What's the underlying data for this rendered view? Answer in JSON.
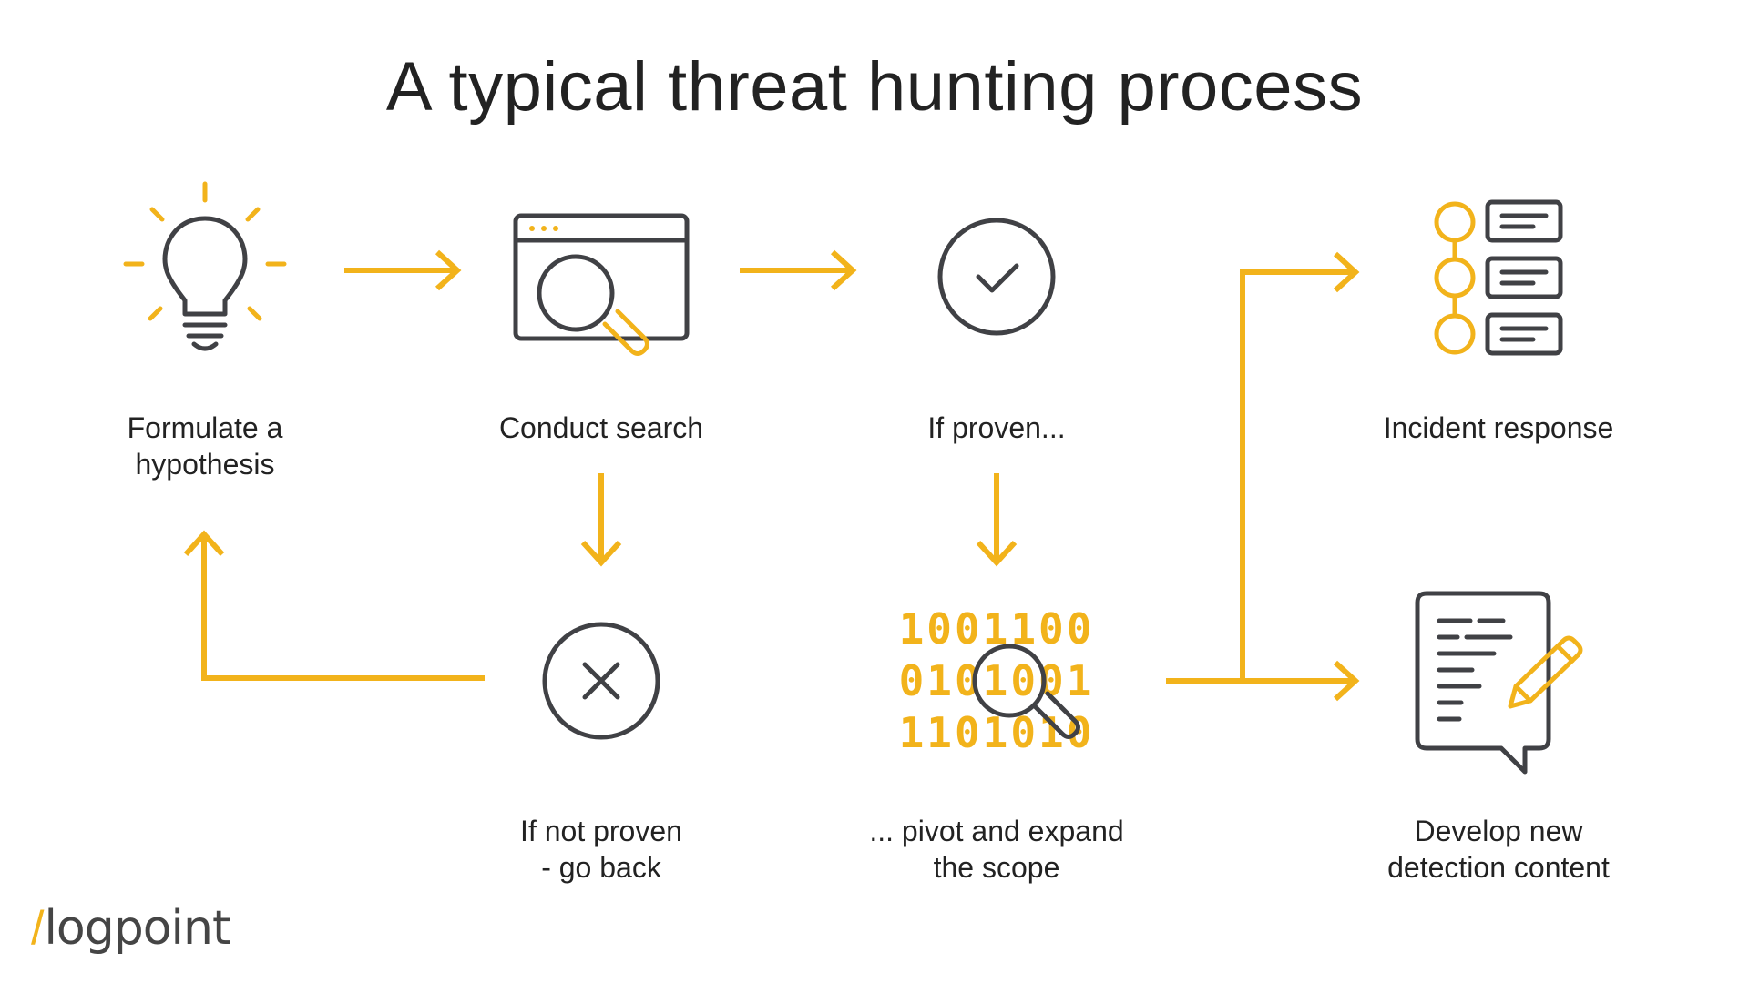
{
  "title": "A typical threat hunting process",
  "colors": {
    "accent": "#f2b31b",
    "icon": "#404145",
    "text": "#222222"
  },
  "steps": {
    "hypothesis": {
      "label": "Formulate a\nhypothesis",
      "icon": "lightbulb-icon"
    },
    "search": {
      "label": "Conduct search",
      "icon": "browser-search-icon"
    },
    "proven": {
      "label": "If proven...",
      "icon": "check-circle-icon"
    },
    "incident": {
      "label": "Incident response",
      "icon": "checklist-icon"
    },
    "not_proven": {
      "label": "If not proven\n- go back",
      "icon": "x-circle-icon"
    },
    "pivot": {
      "label": "... pivot and expand\nthe scope",
      "icon": "binary-search-icon"
    },
    "develop": {
      "label": "Develop new\ndetection content",
      "icon": "document-pencil-icon"
    }
  },
  "binary": [
    "1001100",
    "0101001",
    "1101010"
  ],
  "logo": {
    "slash": "/",
    "word": "logpoint"
  }
}
